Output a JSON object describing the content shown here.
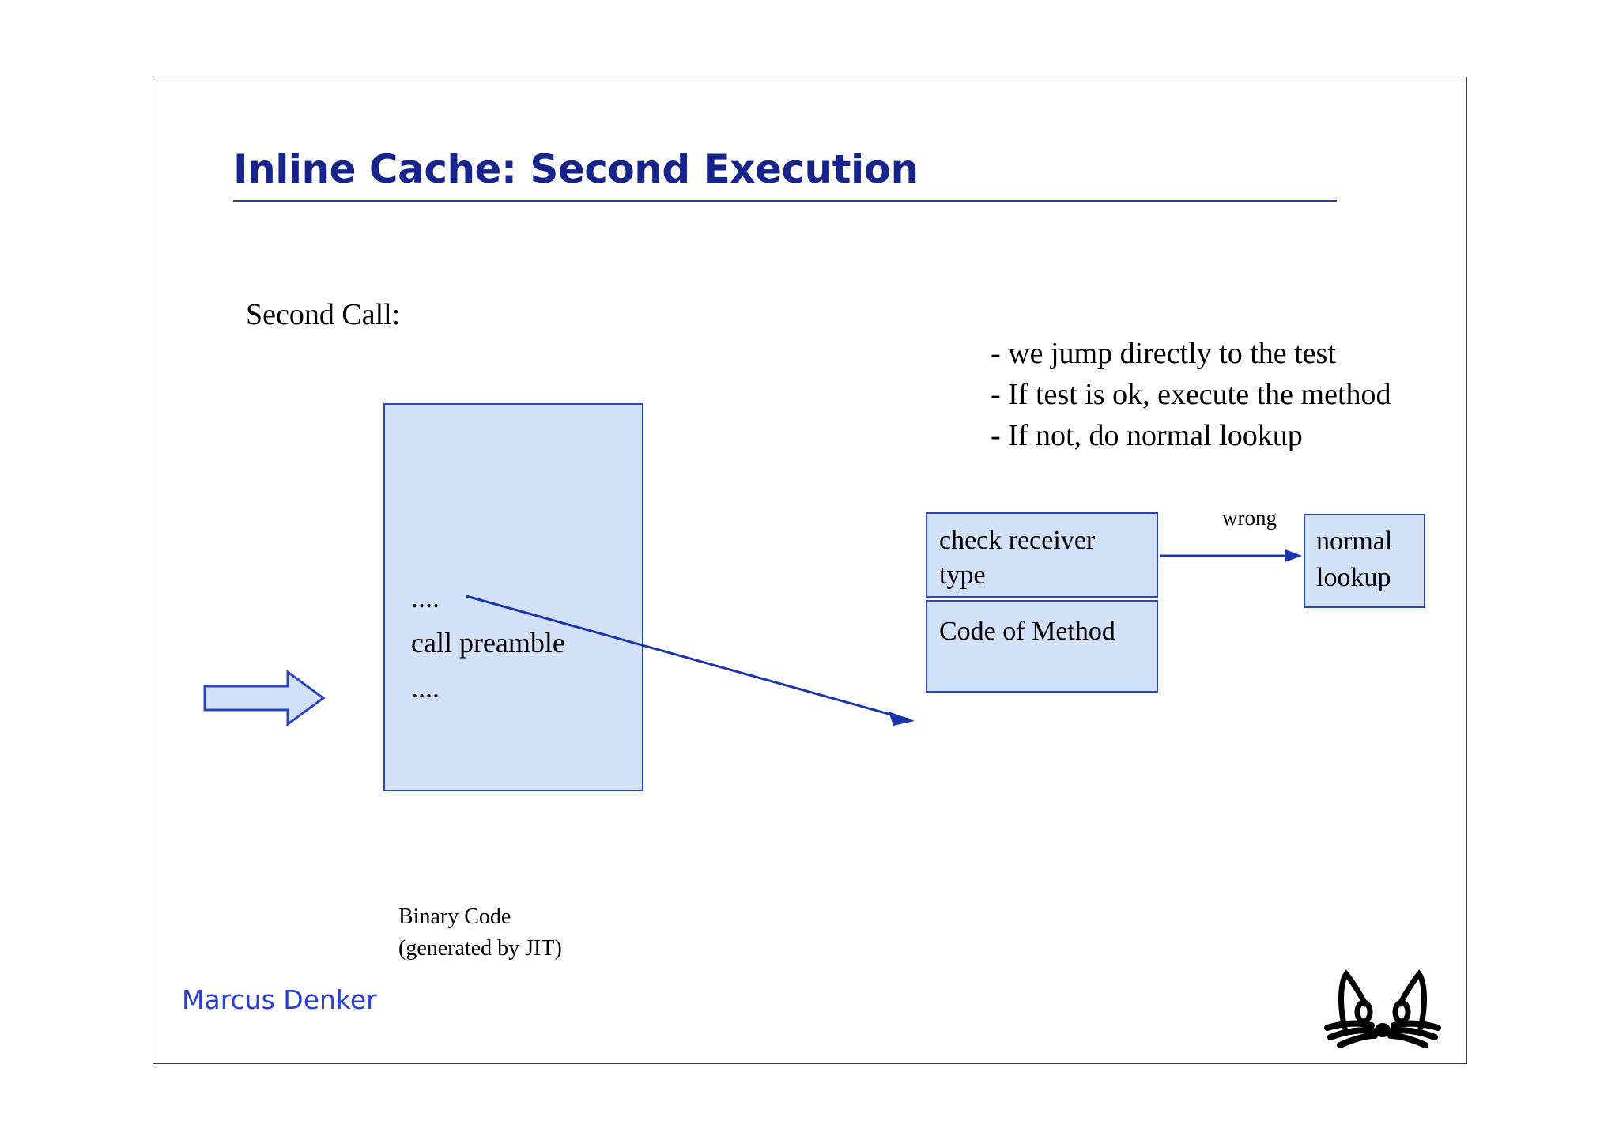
{
  "slide": {
    "title": "Inline Cache: Second Execution",
    "section_label": "Second Call:",
    "author": "Marcus Denker",
    "logo": "cat-face-logo"
  },
  "bullets": [
    "- we jump directly to the test",
    "- If test is ok, execute the method",
    "- If not, do normal lookup"
  ],
  "code_box": {
    "line1": "....",
    "line2": "call preamble",
    "line3": "....",
    "caption_line1": "Binary Code",
    "caption_line2": "(generated by JIT)"
  },
  "method_boxes": {
    "check_line1": "check receiver",
    "check_line2": "type",
    "code_of_method": "Code of Method",
    "lookup_line1": "normal",
    "lookup_line2": "lookup"
  },
  "arrows": {
    "entry_arrow": "block-arrow-right",
    "jump_arrow": "diagonal-arrow",
    "wrong_label": "wrong"
  },
  "colors": {
    "title": "#17248c",
    "rule": "#2b3f96",
    "box_fill": "#d2e0f8",
    "box_border": "#2b46bd",
    "arrow": "#1c35ad",
    "author": "#2b3fd0",
    "frame": "#3a3a42",
    "background": "#ffffff"
  }
}
